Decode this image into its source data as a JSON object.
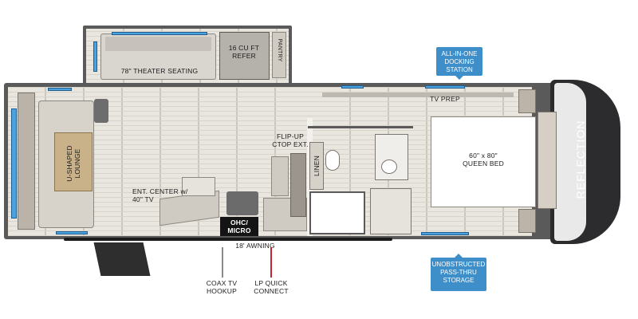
{
  "labels": {
    "theater_seating": "78\" THEATER SEATING",
    "refer": "16 CU FT\nREFER",
    "pantry": "PANTRY",
    "u_shaped_lounge": "U-SHAPED\nLOUNGE",
    "flip_up": "FLIP-UP\nCTOP EXT.",
    "ent_center": "ENT. CENTER w/\n40\" TV",
    "ohc_micro": "OHC/\nMICRO",
    "linen": "LINEN",
    "tv_prep": "TV PREP",
    "queen_bed": "60\" x 80\"\nQUEEN BED",
    "awning": "18' AWNING",
    "coax": "COAX TV\nHOOKUP",
    "lp_quick": "LP QUICK\nCONNECT",
    "brand": "REFLECTION"
  },
  "callouts": {
    "docking": "ALL-IN-ONE\nDOCKING\nSTATION",
    "storage": "UNOBSTRUCTED\nPASS-THRU\nSTORAGE"
  },
  "colors": {
    "callout": "#3d8ec9",
    "window": "#4aa3e0",
    "wall": "#5a5a5a",
    "lp_line": "#c0282d"
  }
}
